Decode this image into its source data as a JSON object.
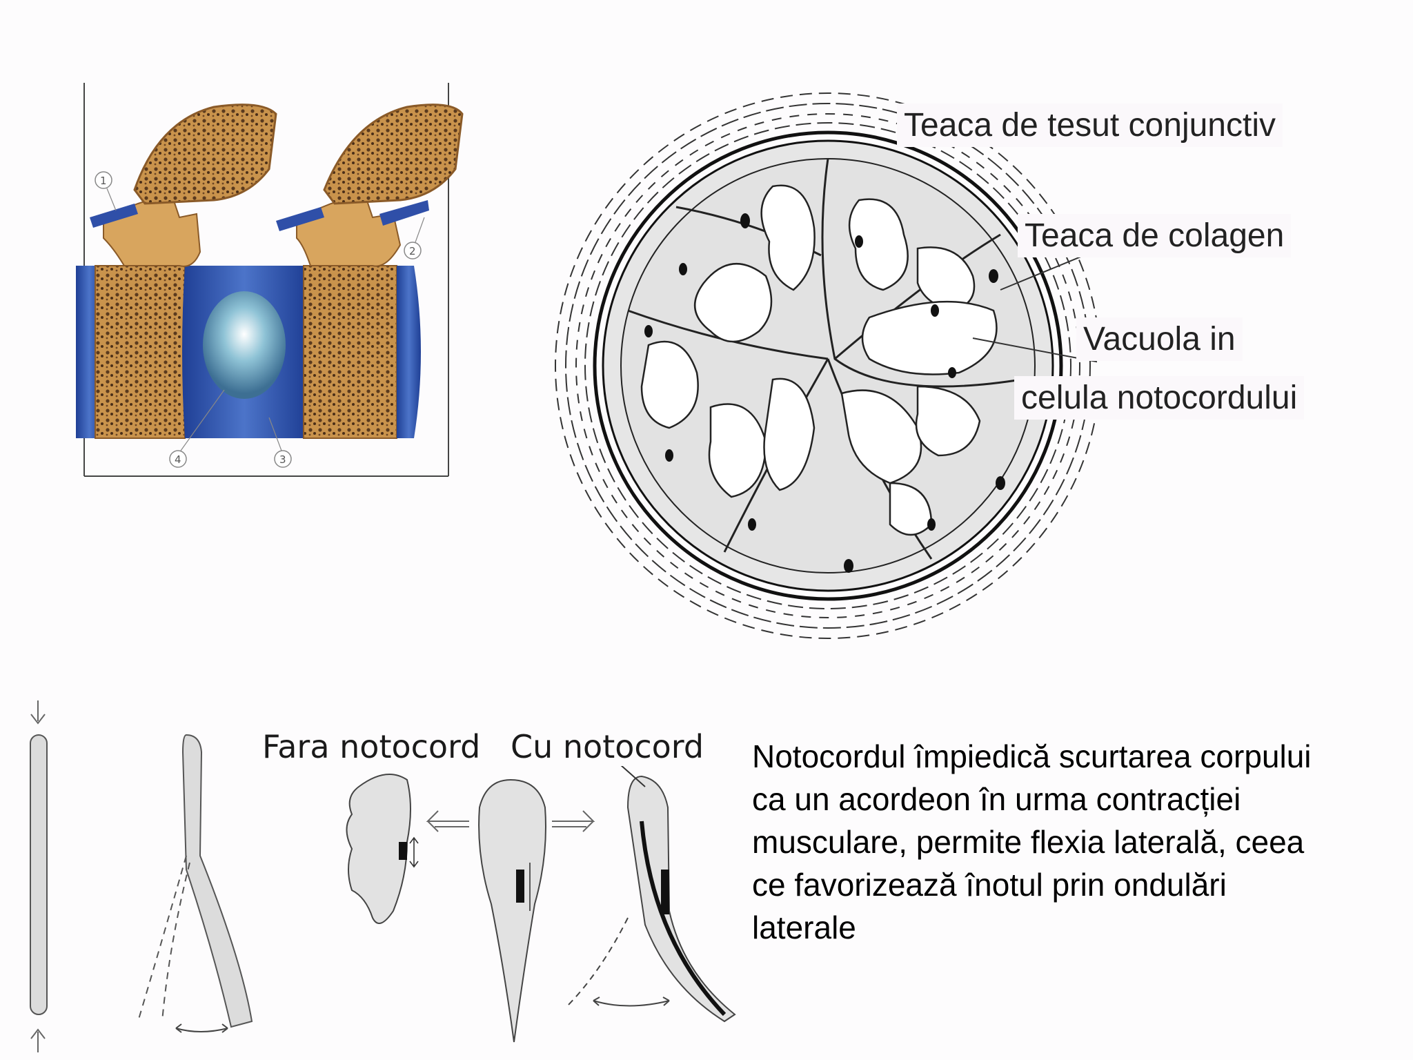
{
  "notochord_section": {
    "labels": {
      "connective_sheath": "Teaca de tesut conjunctiv",
      "collagen_sheath": "Teaca de colagen",
      "vacuole_line1": "Vacuola in",
      "vacuole_line2": "celula notocordului"
    }
  },
  "vertebrae_figure": {
    "markers": [
      "1",
      "2",
      "3",
      "4"
    ],
    "colors": {
      "bone": "#d4a05a",
      "disc": "#2f4fa8",
      "nucleus": "#8fc3d6"
    }
  },
  "bending_figure": {
    "captions": {
      "without": "Fara notocord",
      "with": "Cu notocord"
    }
  },
  "description": {
    "lines": [
      "Notocordul împiedică scurtarea corpului",
      "ca un acordeon în urma contracției",
      "musculare, permite flexia laterală, ceea",
      "ce favorizează înotul prin ondulări",
      "laterale"
    ]
  }
}
